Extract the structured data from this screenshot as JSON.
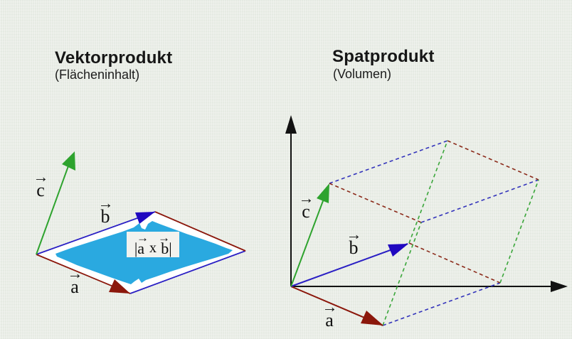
{
  "left": {
    "title": "Vektorprodukt",
    "subtitle": "(Flächeninhalt)",
    "vector_a": "a",
    "vector_b": "b",
    "vector_c": "c",
    "area_label": {
      "left_part": "|a",
      "operator": "x",
      "right_part": "b|"
    }
  },
  "right": {
    "title": "Spatprodukt",
    "subtitle": "(Volumen)",
    "vector_a": "a",
    "vector_b": "b",
    "vector_c": "c"
  },
  "glyphs": {
    "vector_arrow": "→"
  },
  "colors": {
    "background": "#e9ede6",
    "text": "#161616",
    "axis": "#121212",
    "vector_a_red": "#8b170b",
    "vector_b_blue": "#2a1fc4",
    "arrowhead_b_navy": "#2008c0",
    "vector_c_green": "#2ea32e",
    "dashed_red": "#8b2a1a",
    "dashed_blue": "#3333bb",
    "dashed_green": "#3aa63a",
    "area_fill": "#2aa9e0",
    "parallelogram_fill": "#ffffff",
    "label_box_bg": "#f2f2ee"
  }
}
